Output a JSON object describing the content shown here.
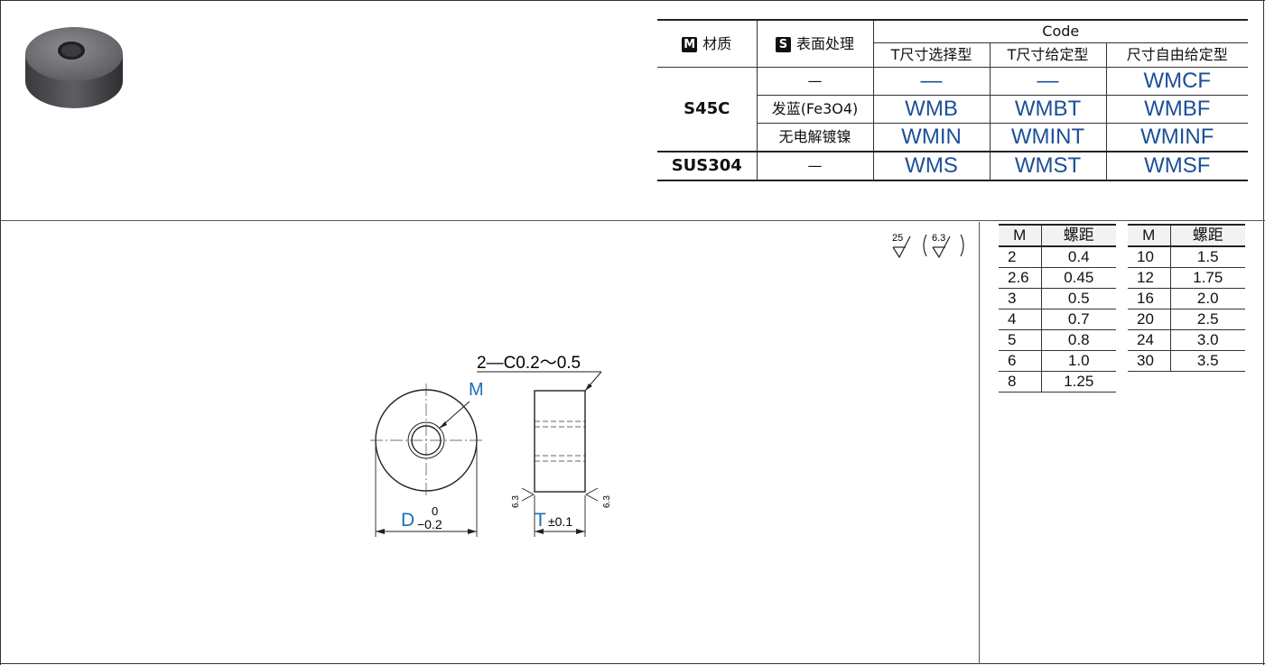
{
  "code_table": {
    "header_material": "材质",
    "header_material_badge": "M",
    "header_surface": "表面处理",
    "header_surface_badge": "S",
    "header_code": "Code",
    "sub_headers": [
      "T尺寸选择型",
      "T尺寸给定型",
      "尺寸自由给定型"
    ],
    "rows": [
      {
        "material": "S45C",
        "surface": "—",
        "codes": [
          "—",
          "—",
          "WMCF"
        ]
      },
      {
        "material": "",
        "surface": "发蓝(Fe3O4)",
        "codes": [
          "WMB",
          "WMBT",
          "WMBF"
        ]
      },
      {
        "material": "",
        "surface": "无电解镀镍",
        "codes": [
          "WMIN",
          "WMINT",
          "WMINF"
        ]
      },
      {
        "material": "SUS304",
        "surface": "—",
        "codes": [
          "WMS",
          "WMST",
          "WMSF"
        ]
      }
    ]
  },
  "roughness": {
    "main": "25",
    "other": "6.3"
  },
  "pitch_headers": {
    "m": "M",
    "pitch": "螺距"
  },
  "pitch_left": [
    {
      "m": "2",
      "p": "0.4"
    },
    {
      "m": "2.6",
      "p": "0.45"
    },
    {
      "m": "3",
      "p": "0.5"
    },
    {
      "m": "4",
      "p": "0.7"
    },
    {
      "m": "5",
      "p": "0.8"
    },
    {
      "m": "6",
      "p": "1.0"
    },
    {
      "m": "8",
      "p": "1.25"
    }
  ],
  "pitch_right": [
    {
      "m": "10",
      "p": "1.5"
    },
    {
      "m": "12",
      "p": "1.75"
    },
    {
      "m": "16",
      "p": "2.0"
    },
    {
      "m": "20",
      "p": "2.5"
    },
    {
      "m": "24",
      "p": "3.0"
    },
    {
      "m": "30",
      "p": "3.5"
    }
  ],
  "drawing": {
    "chamfer_label": "2—C0.2～0.5",
    "m_label": "M",
    "d_label": "D",
    "d_tol_upper": "0",
    "d_tol_lower": "−0.2",
    "t_label": "T",
    "t_tol": "±0.1",
    "roughness_side": "6.3"
  },
  "colors": {
    "code_blue": "#1b4f99",
    "dim_blue": "#1b6fb8"
  }
}
